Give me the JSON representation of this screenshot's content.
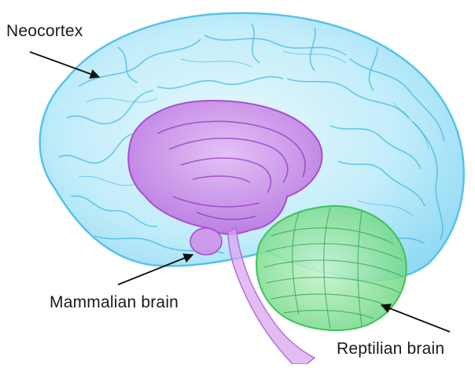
{
  "labels": {
    "neocortex": "Neocortex",
    "mammalian": "Mammalian brain",
    "reptilian": "Reptilian brain"
  },
  "colors": {
    "neocortex": "#8fdcf5",
    "neocortex_line": "#3fb9e6",
    "limbic": "#c77de6",
    "limbic_line": "#9a3fc9",
    "reptilian": "#7fe08f",
    "reptilian_line": "#33b84d",
    "arrow": "#111111"
  }
}
